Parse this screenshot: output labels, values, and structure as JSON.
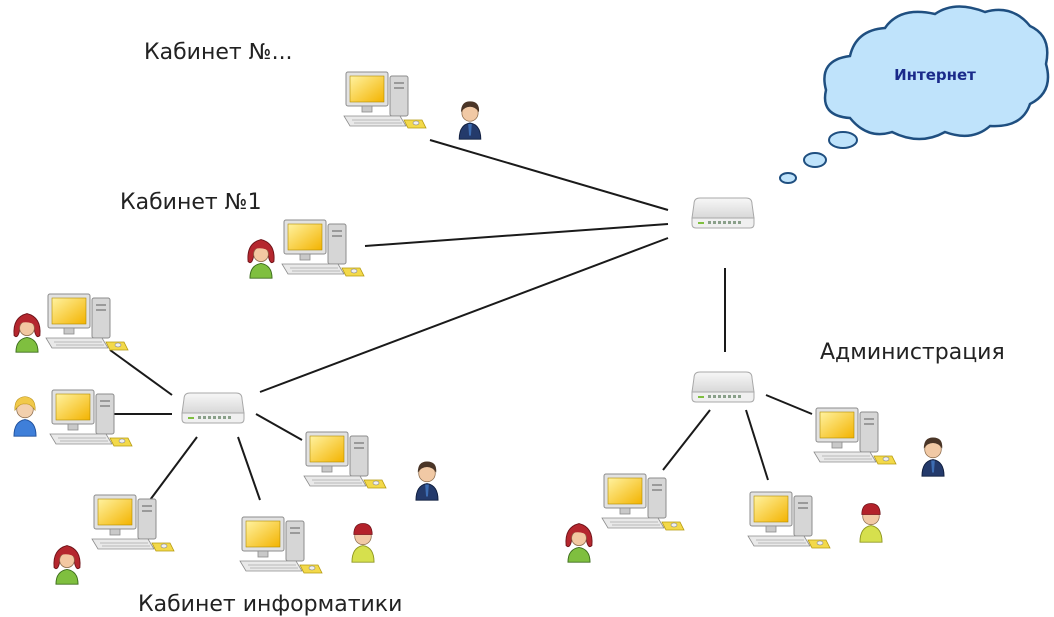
{
  "labels": {
    "office_unknown": "Кабинет №...",
    "office_1": "Кабинет №1",
    "administration": "Администрация",
    "cs_room": "Кабинет информатики",
    "internet": "Интернет"
  },
  "colors": {
    "link": "#1a1a1a",
    "cloud_fill": "#bfe3fb",
    "cloud_stroke": "#1f4f80",
    "switch_body": "#e8e8e8",
    "switch_stroke": "#9a9a9a",
    "monitor_screen": "#f6c21a",
    "computer_case": "#d4d4d4",
    "female_hair": "#b5272e",
    "female_body": "#7fbf3f",
    "male_hair": "#4a3527",
    "male_suit": "#243a6b",
    "blond_hair": "#f1c94a",
    "boy_shirt": "#3f7fd9",
    "cap_red": "#b3222b",
    "boy_green_shirt": "#d6e04d"
  },
  "nodes": {
    "switches": [
      "main-switch",
      "cs-room-switch",
      "admin-switch"
    ],
    "cloud": "internet-cloud"
  }
}
